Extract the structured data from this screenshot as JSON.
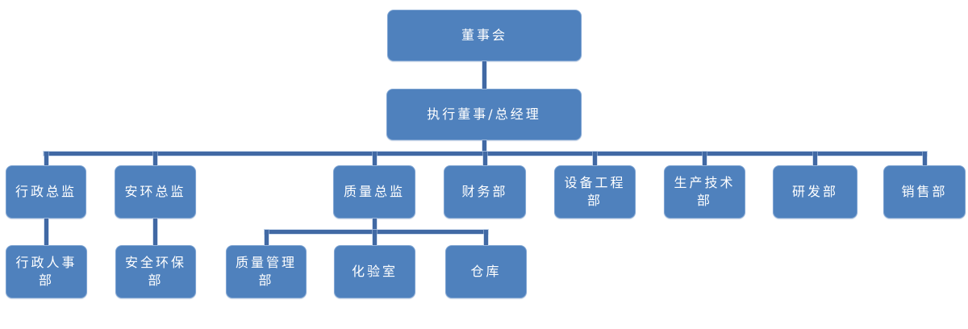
{
  "diagram": {
    "type": "org-chart",
    "colors": {
      "node_fill": "#4f81bd",
      "node_border": "#7ea4d2",
      "connector": "#4169a4",
      "text": "#ffffff",
      "background": "#ffffff"
    },
    "nodes": {
      "board": {
        "label": "董事会"
      },
      "exec": {
        "label": "执行董事/总经理"
      },
      "admin_director": {
        "label": "行政总监"
      },
      "safety_env_director": {
        "label": "安环总监"
      },
      "quality_director": {
        "label": "质量总监"
      },
      "finance_dept": {
        "label": "财务部"
      },
      "equipment_eng_dept": {
        "label": "设备工程部"
      },
      "production_tech_dept": {
        "label": "生产技术部"
      },
      "rd_dept": {
        "label": "研发部"
      },
      "sales_dept": {
        "label": "销售部"
      },
      "admin_hr_dept": {
        "label": "行政人事部"
      },
      "safety_env_dept": {
        "label": "安全环保部"
      },
      "quality_mgmt_dept": {
        "label": "质量管理部"
      },
      "lab": {
        "label": "化验室"
      },
      "warehouse": {
        "label": "仓库"
      }
    },
    "hierarchy": {
      "董事会": {
        "执行董事/总经理": {
          "行政总监": [
            "行政人事部"
          ],
          "安环总监": [
            "安全环保部"
          ],
          "质量总监": [
            "质量管理部",
            "化验室",
            "仓库"
          ],
          "财务部": [],
          "设备工程部": [],
          "生产技术部": [],
          "研发部": [],
          "销售部": []
        }
      }
    }
  }
}
